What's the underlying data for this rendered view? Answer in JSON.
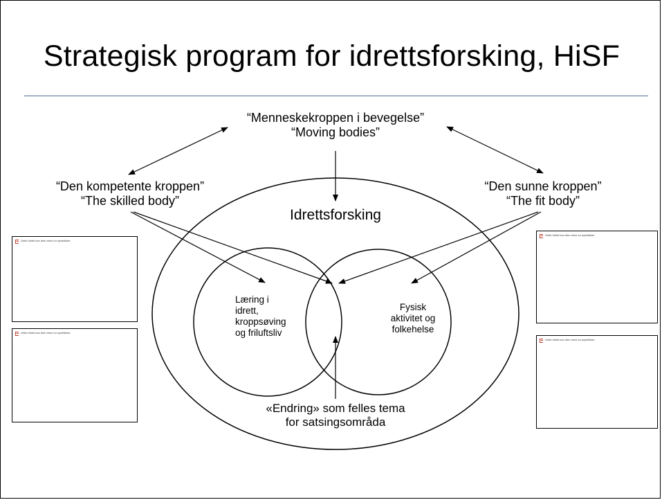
{
  "slide": {
    "title": "Strategisk program for idrettsforsking, HiSF"
  },
  "diagram": {
    "top_label": [
      "“Menneskekroppen i bevegelse”",
      "“Moving bodies”"
    ],
    "left_label": [
      "“Den kompetente kroppen”",
      "“The skilled body”"
    ],
    "right_label": [
      "“Den sunne kroppen”",
      "“The fit body”"
    ],
    "outer_ellipse_label": "Idrettsforsking",
    "left_circle_label": [
      "Læring i",
      "idrett,",
      "kroppsøving",
      "og friluftsliv"
    ],
    "right_circle_label": [
      "Fysisk",
      "aktivitet og",
      "folkehelse"
    ],
    "bottom_label": [
      "«Endring» som felles tema",
      "for satsingsområda"
    ]
  },
  "image_placeholders": [
    {
      "text": "Dette bildet kan ikke vises for øyeblikket."
    },
    {
      "text": "Dette bildet kan ikke vises for øyeblikket."
    },
    {
      "text": "Dette bildet kan ikke vises for øyeblikket."
    },
    {
      "text": "Dette bildet kan ikke vises for øyeblikket."
    }
  ],
  "colors": {
    "title_rule": "#4f6e95",
    "placeholder_icon": "#c0392b",
    "stroke": "#000000"
  }
}
